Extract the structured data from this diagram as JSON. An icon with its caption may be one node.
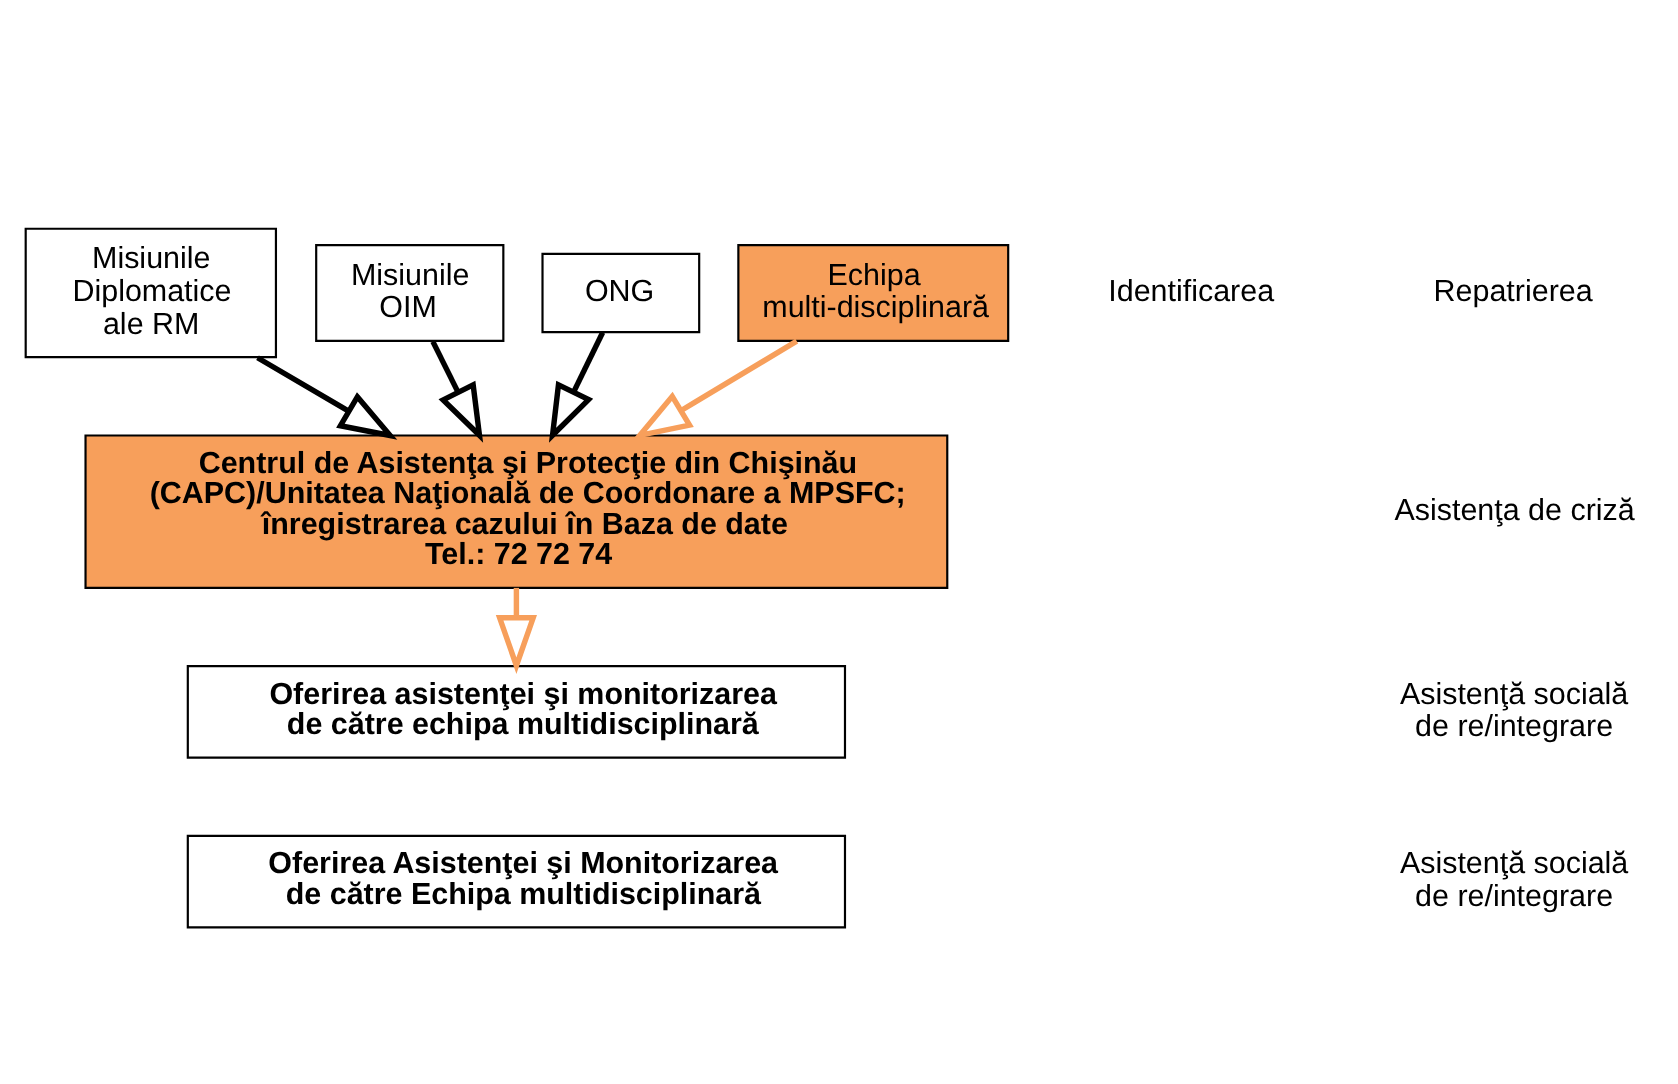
{
  "diagram": {
    "nodes": [
      {
        "text": [
          "Misiunile Diplomatice ale RM"
        ]
      },
      {
        "text": [
          "Misiunile OIM"
        ]
      },
      {
        "text": [
          "ONG"
        ]
      },
      {
        "text": [
          "Echipa multi-disciplinară"
        ]
      },
      {
        "text": [
          "Centrul de Asistenţa şi Protecţie din Chişinău (CAPC)/Unitatea Naţională de Coordonare a MPSFC; înregistrarea cazului în Baza de date",
          "Tel.: 72 72 74"
        ]
      },
      {
        "text": [
          "Oferirea asistenţei şi monitorizarea de către echipa multidisciplinară"
        ]
      },
      {
        "text": [
          "Oferirea Asistenţei şi Monitorizarea de către Echipa multidisciplinară"
        ]
      }
    ],
    "edges": [
      {
        "from": 0,
        "to": 4,
        "arrow": "to"
      },
      {
        "from": 1,
        "to": 4,
        "arrow": "to"
      },
      {
        "from": 2,
        "to": 4,
        "arrow": "to"
      },
      {
        "from": 3,
        "to": 4,
        "arrow": "to",
        "color": "#f79f5b"
      },
      {
        "from": 4,
        "to": 5,
        "arrow": "to",
        "color": "#f79f5b"
      }
    ],
    "labels": [
      "Identificarea",
      "Repatrierea",
      "Asistenţa de criză",
      "Asistenţă socială de re/integrare",
      "Asistenţă socială de re/integrare"
    ]
  }
}
